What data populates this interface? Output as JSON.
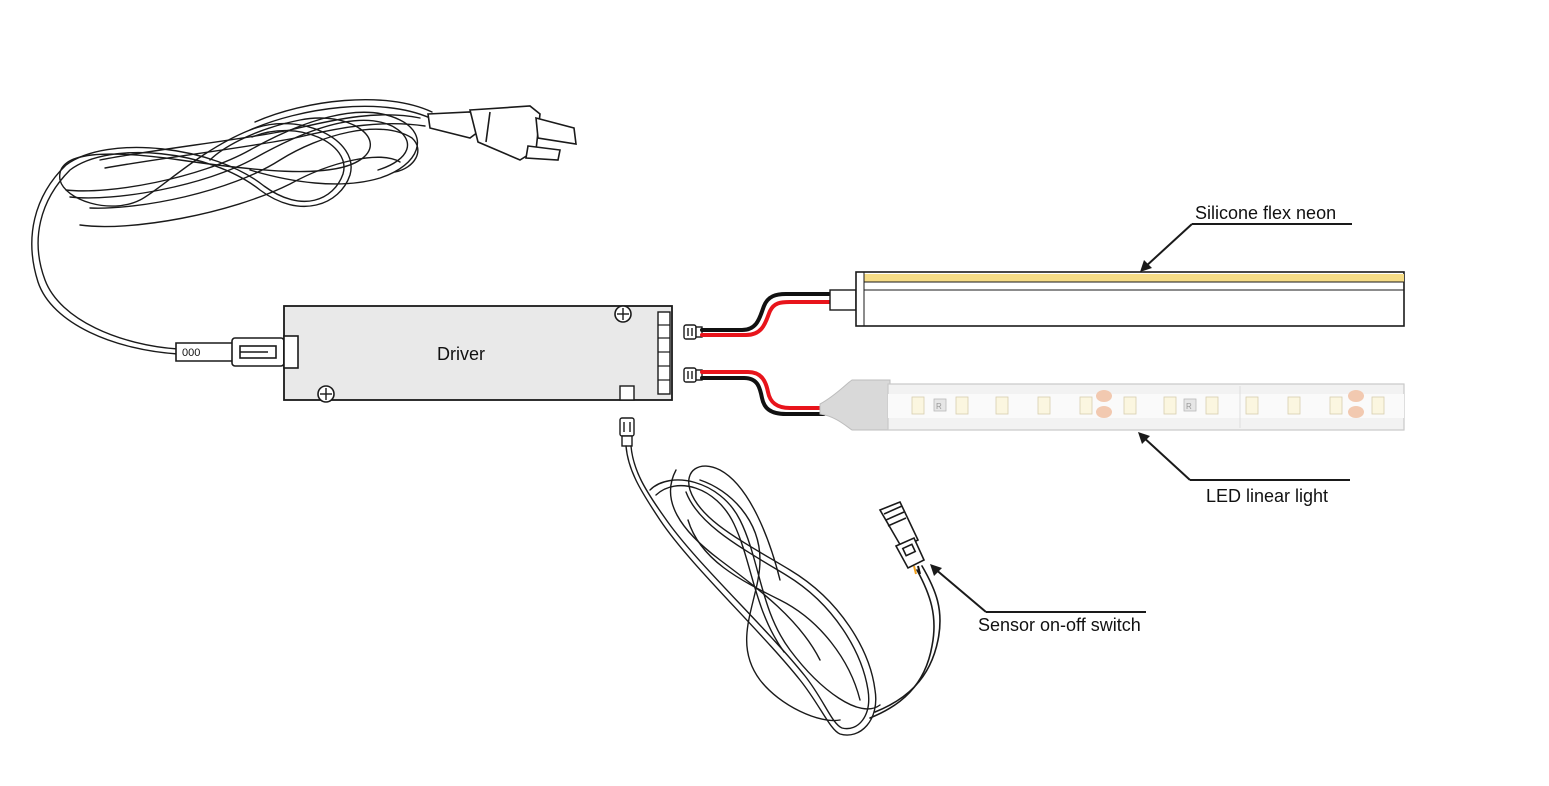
{
  "labels": {
    "driver": "Driver",
    "neon": "Silicone flex neon",
    "linear": "LED linear light",
    "sensor": "Sensor on-off switch",
    "plug_code": "000",
    "strip_mark": "R"
  },
  "colors": {
    "outline": "#1a1a1a",
    "driver_fill": "#e9e9e9",
    "neon_accent": "#f6dc86",
    "wire_red": "#e8141b",
    "wire_black": "#111111",
    "led_chip": "#fbf6e0",
    "strip_pad": "#f2c9b0"
  }
}
